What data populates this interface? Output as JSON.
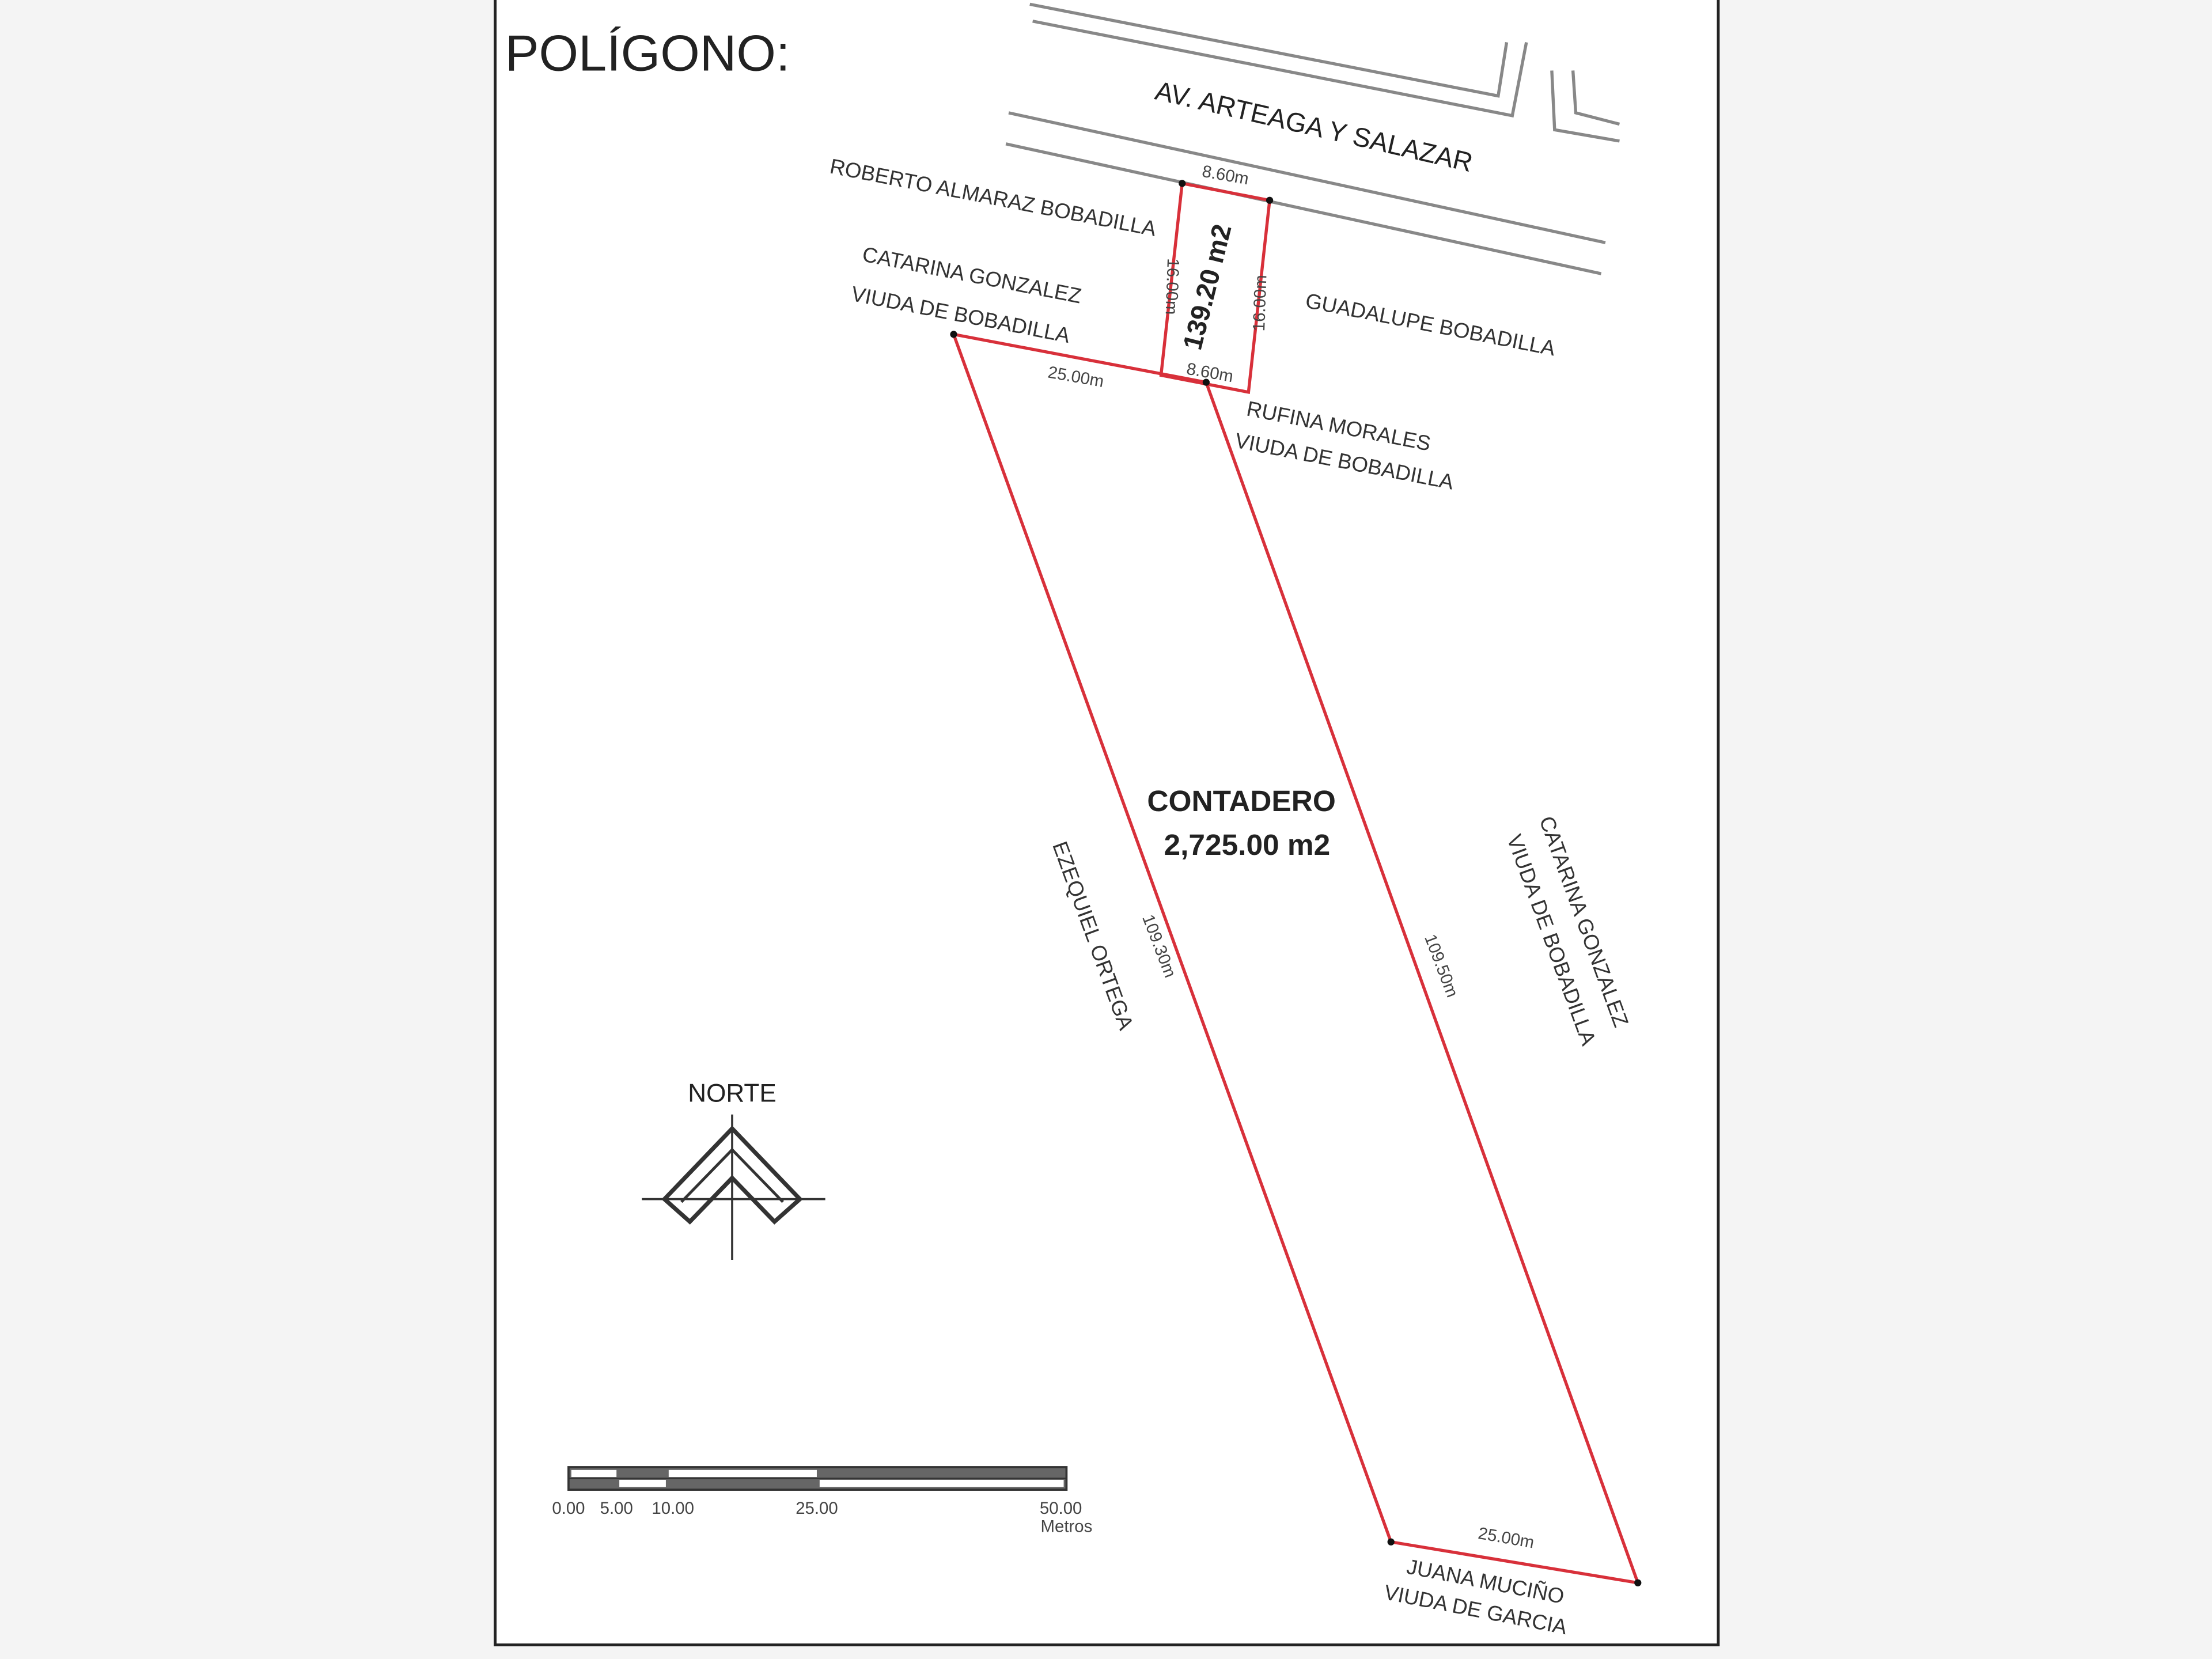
{
  "title": "POLÍGONO:",
  "street": "AV. ARTEAGA Y SALAZAR",
  "small_lot": {
    "area": "139.20 m2",
    "top": "8.60m",
    "bottom": "8.60m",
    "left": "16.00m",
    "right": "16.00m"
  },
  "main_lot": {
    "name": "CONTADERO",
    "area": "2,725.00 m2",
    "top": "25.00m",
    "bottom": "25.00m",
    "left": "109.30m",
    "right": "109.50m"
  },
  "neighbors": {
    "roberto": "ROBERTO ALMARAZ BOBADILLA",
    "catarina_top_1": "CATARINA GONZALEZ",
    "catarina_top_2": "VIUDA DE BOBADILLA",
    "guadalupe": "GUADALUPE BOBADILLA",
    "rufina_1": "RUFINA MORALES",
    "rufina_2": "VIUDA DE BOBADILLA",
    "ezequiel": "EZEQUIEL ORTEGA",
    "catarina_right_1": "CATARINA GONZALEZ",
    "catarina_right_2": "VIUDA DE BOBADILLA",
    "juana_1": "JUANA MUCIÑO",
    "juana_2": "VIUDA DE GARCIA"
  },
  "north_label": "NORTE",
  "scale": {
    "ticks": [
      "0.00",
      "5.00",
      "10.00",
      "25.00",
      "50.00"
    ],
    "unit": "Metros"
  },
  "colors": {
    "boundary": "#d8303a",
    "frame": "#222222"
  }
}
